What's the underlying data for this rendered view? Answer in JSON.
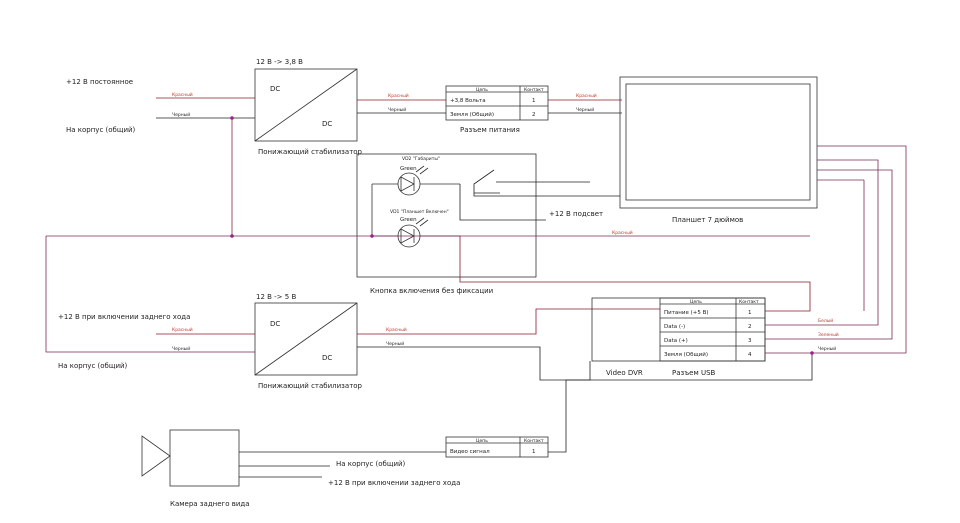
{
  "inputs": {
    "plus12_const": "+12 В постоянное",
    "ground_top": "На корпус (общий)",
    "plus12_reverse": "+12 В при включении заднего хода",
    "ground_mid": "На корпус (общий)",
    "ground_cam": "На корпус (общий)",
    "plus12_reverse_cam": "+12 В при включении заднего хода"
  },
  "wire_labels": {
    "red": "Красный",
    "black": "Черный",
    "white": "Белый",
    "green": "Зеленый"
  },
  "converter1": {
    "header": "12 В -> 3,8 В",
    "dc_in": "DC",
    "dc_out": "DC",
    "caption": "Понижающий стабилизатор"
  },
  "converter2": {
    "header": "12 В -> 5 В",
    "dc_in": "DC",
    "dc_out": "DC",
    "caption": "Понижающий стабилизатор"
  },
  "power_connector": {
    "col_circuit": "Цепь",
    "col_contact": "Контакт",
    "rows": [
      {
        "circuit": "+3,8 Вольта",
        "contact": "1"
      },
      {
        "circuit": "Земля (Общий)",
        "contact": "2"
      }
    ],
    "caption": "Разъем питания"
  },
  "tablet": {
    "caption": "Планшет 7 дюймов"
  },
  "button": {
    "led1_ref": "VD2 \"Габариты\"",
    "led1_color": "Green",
    "led2_ref": "VD1 \"Планшет Включен\"",
    "led2_color": "Green",
    "backlight": "+12 В подсвет",
    "caption": "Кнопка включения без фиксации"
  },
  "usb_connector": {
    "col_circuit": "Цепь",
    "col_contact": "Контакт",
    "rows": [
      {
        "circuit": "Питание (+5 В)",
        "contact": "1"
      },
      {
        "circuit": "Data (-)",
        "contact": "2"
      },
      {
        "circuit": "Data (+)",
        "contact": "3"
      },
      {
        "circuit": "Земля (Общий)",
        "contact": "4"
      }
    ],
    "dvr_label": "Video DVR",
    "caption": "Разъем USB"
  },
  "video_connector": {
    "col_circuit": "Цепь",
    "col_contact": "Контакт",
    "rows": [
      {
        "circuit": "Видео сигнал",
        "contact": "1"
      }
    ]
  },
  "camera": {
    "caption": "Камера заднего вида"
  }
}
